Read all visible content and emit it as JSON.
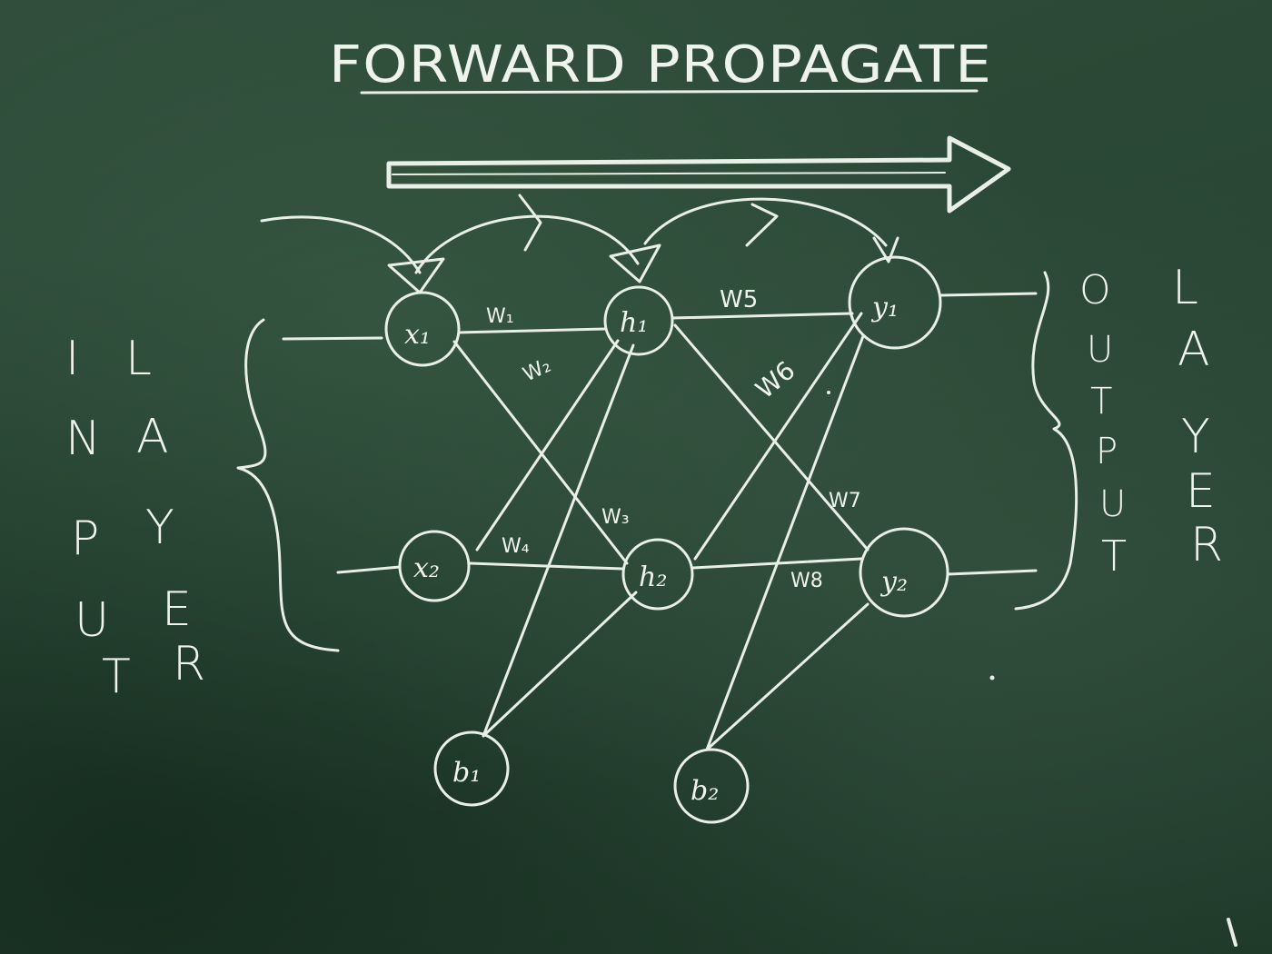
{
  "title": "FORWARD PROPAGATE",
  "nodes": {
    "x1": "x₁",
    "x2": "x₂",
    "h1": "h₁",
    "h2": "h₂",
    "y1": "y₁",
    "y2": "y₂",
    "b1": "b₁",
    "b2": "b₂"
  },
  "weights": {
    "w1": "W₁",
    "w2": "W₂",
    "w3": "W₃",
    "w4": "W₄",
    "w5": "W5",
    "w6": "W6",
    "w7": "W7",
    "w8": "W8"
  },
  "input_layer": {
    "col1": [
      "I",
      "N",
      "P",
      "U",
      "T"
    ],
    "col2": [
      "L",
      "A",
      "Y",
      "E",
      "R"
    ]
  },
  "output_layer": {
    "col1": [
      "O",
      "U",
      "T",
      "P",
      "U",
      "T"
    ],
    "col2": [
      "L",
      "A",
      "Y",
      "E",
      "R"
    ]
  },
  "colors": {
    "board": "#2a4735",
    "chalk": "#e9efe6"
  }
}
